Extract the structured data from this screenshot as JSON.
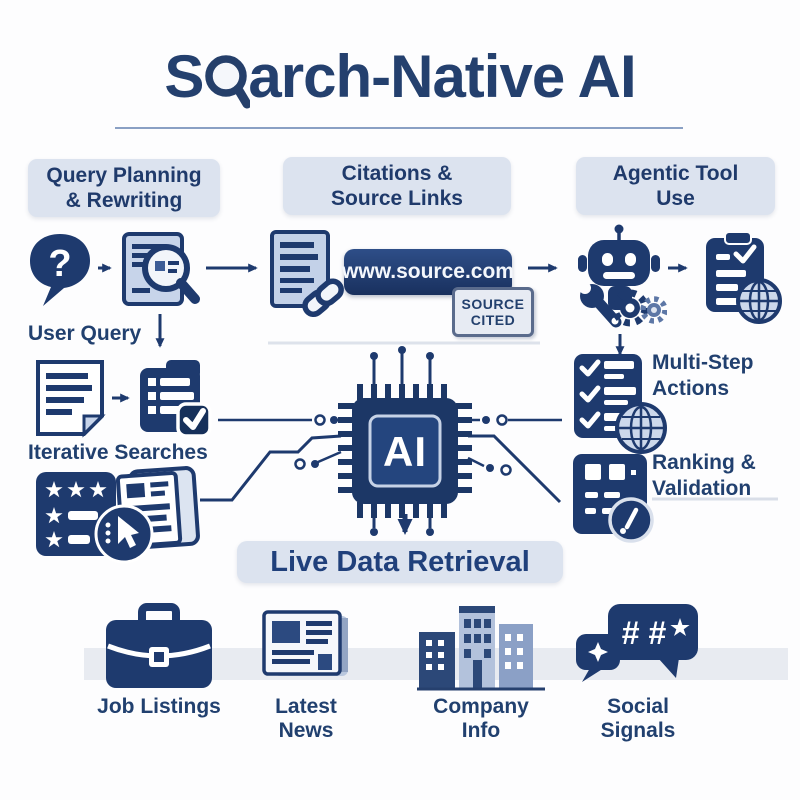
{
  "title": {
    "prefix": "S",
    "suffix": "arch-Native AI"
  },
  "headers": {
    "col1_line1": "Query Planning",
    "col1_line2": "& Rewriting",
    "col2_line1": "Citations &",
    "col2_line2": "Source Links",
    "col3_line1": "Agentic Tool",
    "col3_line2": "Use"
  },
  "left_column": {
    "question_mark": "?",
    "user_query_label": "User Query",
    "iterative_searches_label": "Iterative Searches"
  },
  "center_column": {
    "url_text": "www.source.com",
    "source_cited_line1": "SOURCE",
    "source_cited_line2": "CITED",
    "chip_label": "AI",
    "live_data_label": "Live Data Retrieval"
  },
  "right_column": {
    "multi_step_line1": "Multi-Step",
    "multi_step_line2": "Actions",
    "ranking_line1": "Ranking &",
    "ranking_line2": "Validation"
  },
  "bottom_row": {
    "social_hash_text": "# #",
    "items": [
      {
        "label": "Job Listings",
        "icon": "briefcase-icon"
      },
      {
        "label": "Latest News",
        "icon": "newspaper-icon"
      },
      {
        "label": "Company Info",
        "icon": "company-buildings-icon"
      },
      {
        "label": "Social Signals",
        "icon": "social-chat-icon"
      }
    ]
  },
  "colors": {
    "navy": "#1e3a6e",
    "navy_dark": "#16305a",
    "text_navy": "#21406f",
    "pill_bg": "#dce3ef",
    "light_icon_fill": "#c7d4ea",
    "band_bg": "#e8ebf1",
    "background": "#fdfdfe"
  }
}
